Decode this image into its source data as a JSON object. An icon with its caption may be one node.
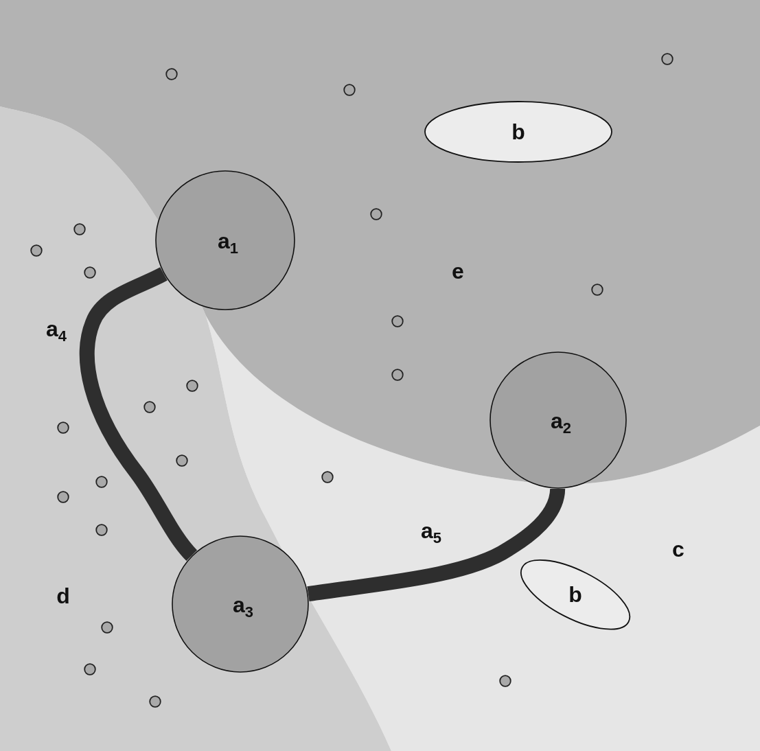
{
  "diagram": {
    "nodes": [
      {
        "text": [
          "e"
        ]
      },
      {
        "text": [
          "b"
        ],
        "in": 0
      },
      {
        "text": [],
        "shape": "circle",
        "in": 0
      },
      {
        "text": [],
        "shape": "circle",
        "in": 0
      },
      {
        "text": [],
        "shape": "circle",
        "in": 0
      },
      {
        "text": [],
        "shape": "circle",
        "in": 0
      },
      {
        "text": [],
        "shape": "circle",
        "in": 0
      },
      {
        "text": [],
        "shape": "circle",
        "in": 0
      },
      {
        "text": [],
        "shape": "circle",
        "in": 0
      },
      {
        "text": [
          "d"
        ]
      },
      {
        "text": [],
        "shape": "circle",
        "in": 9
      },
      {
        "text": [],
        "shape": "circle",
        "in": 9
      },
      {
        "text": [],
        "shape": "circle",
        "in": 9
      },
      {
        "text": [],
        "shape": "circle",
        "in": 9
      },
      {
        "text": [],
        "shape": "circle",
        "in": 9
      },
      {
        "text": [],
        "shape": "circle",
        "in": 9
      },
      {
        "text": [],
        "shape": "circle",
        "in": 9
      },
      {
        "text": [],
        "shape": "circle",
        "in": 9
      },
      {
        "text": [],
        "shape": "circle",
        "in": 9
      },
      {
        "text": [],
        "shape": "circle",
        "in": 9
      },
      {
        "text": [],
        "shape": "circle",
        "in": 9
      },
      {
        "text": [],
        "shape": "circle",
        "in": 9
      },
      {
        "text": [],
        "shape": "circle",
        "in": 9
      },
      {
        "text": [
          "c"
        ]
      },
      {
        "text": [
          "b"
        ],
        "in": 23
      },
      {
        "text": [],
        "shape": "circle",
        "in": 23
      },
      {
        "text": [],
        "shape": "circle",
        "in": 23
      },
      {
        "text": [
          "a$_{1}$"
        ],
        "in": 0
      },
      {
        "text": [
          "a$_{2}$"
        ],
        "in": 0
      },
      {
        "text": [
          "a$_{3}$"
        ],
        "in": 9
      }
    ],
    "edges": [
      {
        "from": 27,
        "to": 29,
        "arrow": "none",
        "label": "a$_{4}$"
      },
      {
        "from": 29,
        "to": 28,
        "arrow": "none",
        "label": "a$_{5}$"
      }
    ]
  }
}
